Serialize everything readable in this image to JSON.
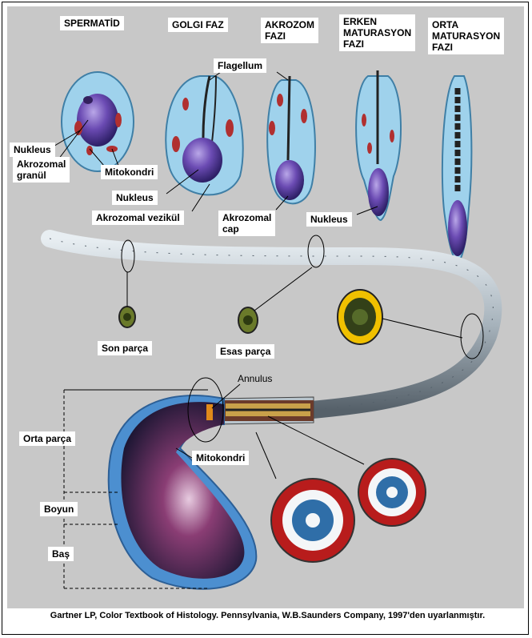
{
  "phases": {
    "spermatid": "SPERMATİD",
    "golgi": "GOLGI FAZ",
    "akrozom": "AKROZOM\nFAZI",
    "erken": "ERKEN\nMATURASYON\nFAZI",
    "orta": "ORTA\nMATURASYON\nFAZI"
  },
  "labels": {
    "nukleus_1": "Nukleus",
    "akrozomal_granul": "Akrozomal\ngranül",
    "mitokondri_1": "Mitokondri",
    "nukleus_2": "Nukleus",
    "akrozomal_vezikul": "Akrozomal vezikül",
    "flagellum": "Flagellum",
    "akrozomal_cap": "Akrozomal\ncap",
    "nukleus_3": "Nukleus",
    "son_parca": "Son parça",
    "esas_parca": "Esas parça",
    "annulus": "Annulus",
    "orta_parca": "Orta parça",
    "mitokondri_2": "Mitokondri",
    "boyun": "Boyun",
    "bas": "Baş"
  },
  "caption": "Gartner LP, Color Textbook of Histology. Pennsylvania, W.B.Saunders Company, 1997'den uyarlanmıştır.",
  "colors": {
    "background": "#c8c8c8",
    "cytoplasm": "#9fd2ec",
    "nucleus": "#5c3fa0",
    "mitochondria": "#b03030",
    "tail": "#b8c4cc",
    "head": "#1e1a3c"
  }
}
